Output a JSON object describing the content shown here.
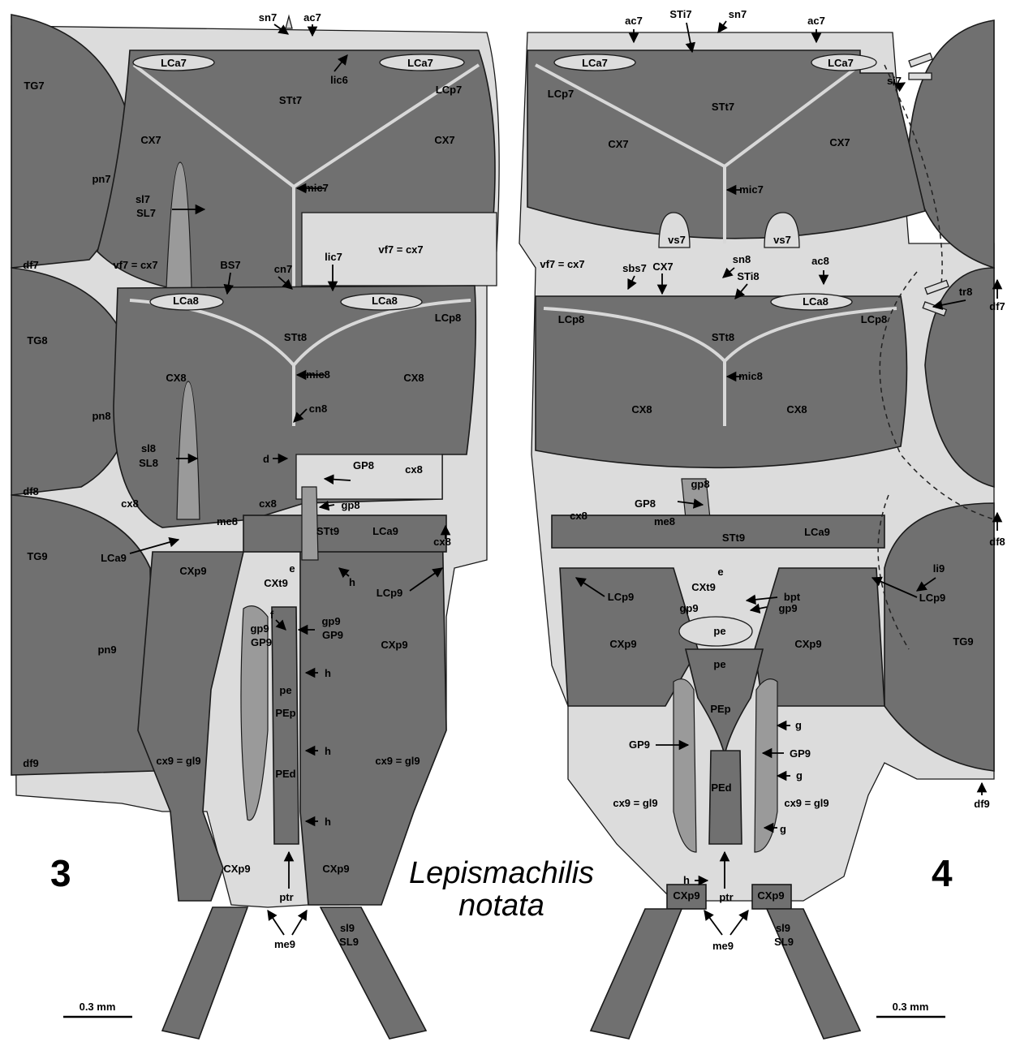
{
  "figure_numbers": {
    "left": "3",
    "right": "4"
  },
  "species": {
    "genus": "Lepismachilis",
    "epithet": "notata"
  },
  "scale_bars": {
    "left": "0.3 mm",
    "right": "0.3 mm"
  },
  "fig3_labels": {
    "sn7": "sn7",
    "ac7": "ac7",
    "LCa7_l": "LCa7",
    "LCa7_r": "LCa7",
    "lic6": "lic6",
    "TG7": "TG7",
    "STt7": "STt7",
    "LCp7": "LCp7",
    "CX7_l": "CX7",
    "CX7_r": "CX7",
    "pn7": "pn7",
    "mic7": "mic7",
    "sl7": "sl7",
    "SL7": "SL7",
    "df7": "df7",
    "vf7_l": "vf7 = cx7",
    "BS7": "BS7",
    "cn7": "cn7",
    "lic7": "lic7",
    "vf7_r": "vf7 = cx7",
    "LCa8_l": "LCa8",
    "LCa8_r": "LCa8",
    "TG8": "TG8",
    "STt8": "STt8",
    "LCp8": "LCp8",
    "CX8_l": "CX8",
    "CX8_r": "CX8",
    "mic8": "mic8",
    "pn8": "pn8",
    "cn8": "cn8",
    "sl8": "sl8",
    "SL8": "SL8",
    "d": "d",
    "GP8": "GP8",
    "cx8_a": "cx8",
    "df8": "df8",
    "cx8_b": "cx8",
    "cx8_c": "cx8",
    "me8": "me8",
    "gp8": "gp8",
    "STt9": "STt9",
    "LCa9": "LCa9",
    "cx8_d": "cx8",
    "TG9": "TG9",
    "LCa9_arrow": "LCa9",
    "CXp9_a": "CXp9",
    "e": "e",
    "CXt9": "CXt9",
    "h_a": "h",
    "LCp9": "LCp9",
    "f": "f",
    "gp9_a": "gp9",
    "GP9_a": "GP9",
    "gp9_b": "gp9",
    "GP9_b": "GP9",
    "CXp9_b": "CXp9",
    "pn9": "pn9",
    "h_b": "h",
    "pe": "pe",
    "PEp": "PEp",
    "h_c": "h",
    "df9": "df9",
    "cx9_l": "cx9 = gl9",
    "PEd": "PEd",
    "cx9_r": "cx9 = gl9",
    "h_d": "h",
    "CXp9_c": "CXp9",
    "CXp9_d": "CXp9",
    "ptr": "ptr",
    "me9": "me9",
    "sl9": "sl9",
    "SL9": "SL9"
  },
  "fig4_labels": {
    "ac7_l": "ac7",
    "STi7": "STi7",
    "sn7": "sn7",
    "ac7_r": "ac7",
    "LCa7_l": "LCa7",
    "LCa7_r": "LCa7",
    "si7": "si7",
    "LCp7": "LCp7",
    "STt7": "STt7",
    "CX7_l": "CX7",
    "CX7_r": "CX7",
    "mic7": "mic7",
    "vs7_l": "vs7",
    "vs7_r": "vs7",
    "vf7": "vf7 = cx7",
    "sbs7": "sbs7",
    "CX7_b": "CX7",
    "sn8": "sn8",
    "STi8": "STi8",
    "ac8": "ac8",
    "tr8": "tr8",
    "df7": "df7",
    "LCa8": "LCa8",
    "LCp8_l": "LCp8",
    "STt8": "STt8",
    "LCp8_r": "LCp8",
    "mic8": "mic8",
    "CX8_l": "CX8",
    "CX8_r": "CX8",
    "gp8": "gp8",
    "GP8": "GP8",
    "cx8": "cx8",
    "me8": "me8",
    "STt9": "STt9",
    "LCa9": "LCa9",
    "df8": "df8",
    "li9": "li9",
    "e": "e",
    "CXt9": "CXt9",
    "bpt": "bpt",
    "LCp9_l": "LCp9",
    "gp9_l": "gp9",
    "gp9_r": "gp9",
    "LCp9_r": "LCp9",
    "pe_a": "pe",
    "CXp9_l": "CXp9",
    "CXp9_r": "CXp9",
    "TG9": "TG9",
    "pe_b": "pe",
    "PEp": "PEp",
    "g_a": "g",
    "GP9_l": "GP9",
    "GP9_r": "GP9",
    "g_b": "g",
    "cx9_l": "cx9 = gl9",
    "PEd": "PEd",
    "cx9_r": "cx9 = gl9",
    "g_c": "g",
    "df9": "df9",
    "h": "h",
    "ptr": "ptr",
    "CXp9_bl": "CXp9",
    "CXp9_br": "CXp9",
    "me9": "me9",
    "sl9": "sl9",
    "SL9": "SL9"
  }
}
